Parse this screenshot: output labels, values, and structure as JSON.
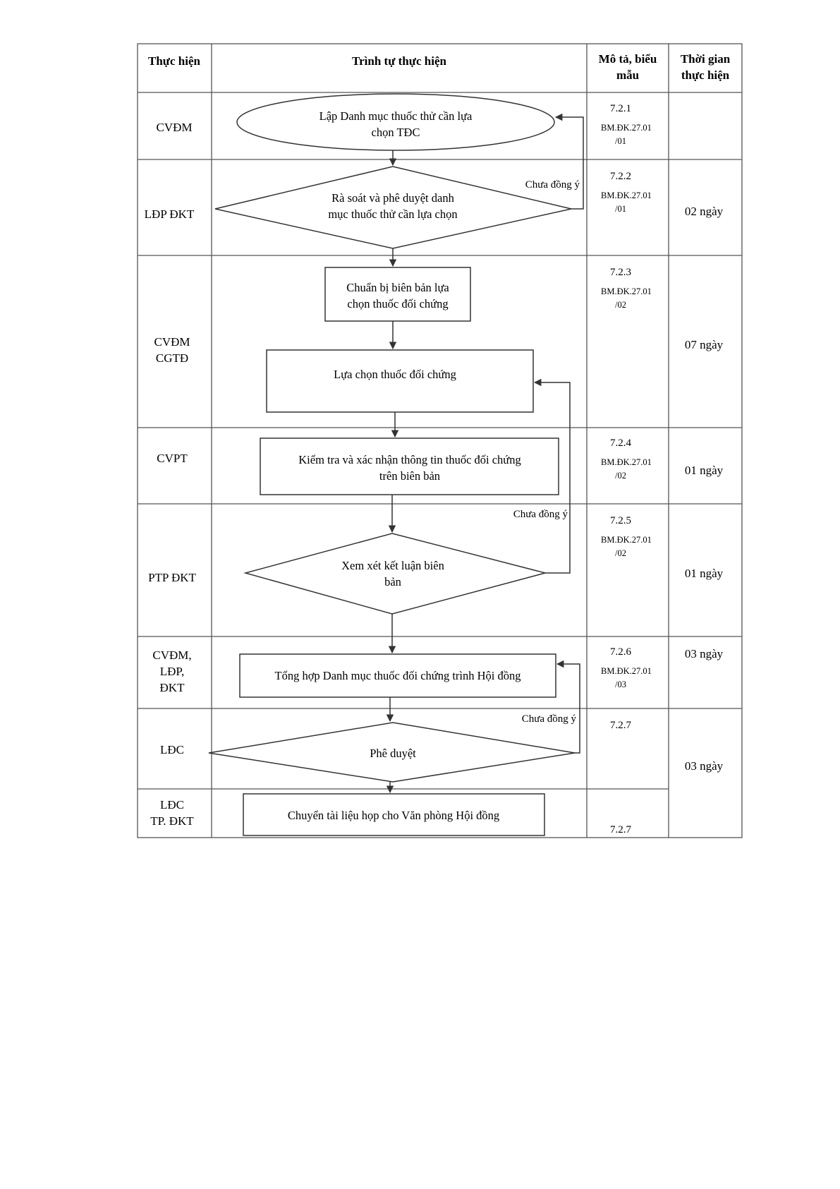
{
  "headers": {
    "performer": "Thực hiện",
    "sequence": "Trình tự thực hiện",
    "desc_l1": "Mô tả, biểu",
    "desc_l2": "mẫu",
    "time_l1": "Thời gian",
    "time_l2": "thực hiện"
  },
  "rows": [
    {
      "performer": [
        "CVĐM"
      ],
      "code": "7.2.1",
      "form": [
        "BM.ĐK.27.01",
        "/01"
      ],
      "time": ""
    },
    {
      "performer": [
        "LĐP ĐKT"
      ],
      "code": "7.2.2",
      "form": [
        "BM.ĐK.27.01",
        "/01"
      ],
      "time": "02 ngày"
    },
    {
      "performer": [
        "CVĐM",
        "CGTĐ"
      ],
      "code": "7.2.3",
      "form": [
        "BM.ĐK.27.01",
        "/02"
      ],
      "time": "07 ngày"
    },
    {
      "performer": [
        "CVPT"
      ],
      "code": "7.2.4",
      "form": [
        "BM.ĐK.27.01",
        "/02"
      ],
      "time": "01 ngày"
    },
    {
      "performer": [
        "PTP ĐKT"
      ],
      "code": "7.2.5",
      "form": [
        "BM.ĐK.27.01",
        "/02"
      ],
      "time": "01 ngày"
    },
    {
      "performer": [
        "CVĐM,",
        "LĐP,",
        "ĐKT"
      ],
      "code": "7.2.6",
      "form": [
        "BM.ĐK.27.01",
        "/03"
      ],
      "time": "03 ngày"
    },
    {
      "performer": [
        "LĐC"
      ],
      "code": "7.2.7",
      "form": [],
      "time": "03 ngày"
    },
    {
      "performer": [
        "LĐC",
        "TP. ĐKT"
      ],
      "code": "7.2.7",
      "form": [],
      "time": ""
    }
  ],
  "steps": {
    "s1": [
      "Lập Danh mục thuốc thử cần lựa",
      "chọn TĐC"
    ],
    "s2": [
      "Rà soát và phê duyệt danh",
      "mục thuốc thử cần lựa chọn"
    ],
    "s3a": [
      "Chuẩn bị biên bản lựa",
      "chọn thuốc đối chứng"
    ],
    "s3b": [
      "Lựa chọn thuốc đối chứng"
    ],
    "s4": [
      "Kiểm tra và xác nhận thông tin thuốc đối chứng",
      "trên biên bản"
    ],
    "s5": [
      "Xem xét kết luận biên",
      "bản"
    ],
    "s6": [
      "Tổng hợp Danh mục thuốc đối chứng trình Hội đồng"
    ],
    "s7": [
      "Phê duyệt"
    ],
    "s8": [
      "Chuyển tài liệu họp cho Văn phòng Hội đồng"
    ]
  },
  "loop_labels": {
    "l1": "Chưa đồng ý",
    "l2": "Chưa đồng ý",
    "l3": "Chưa đồng ý"
  }
}
